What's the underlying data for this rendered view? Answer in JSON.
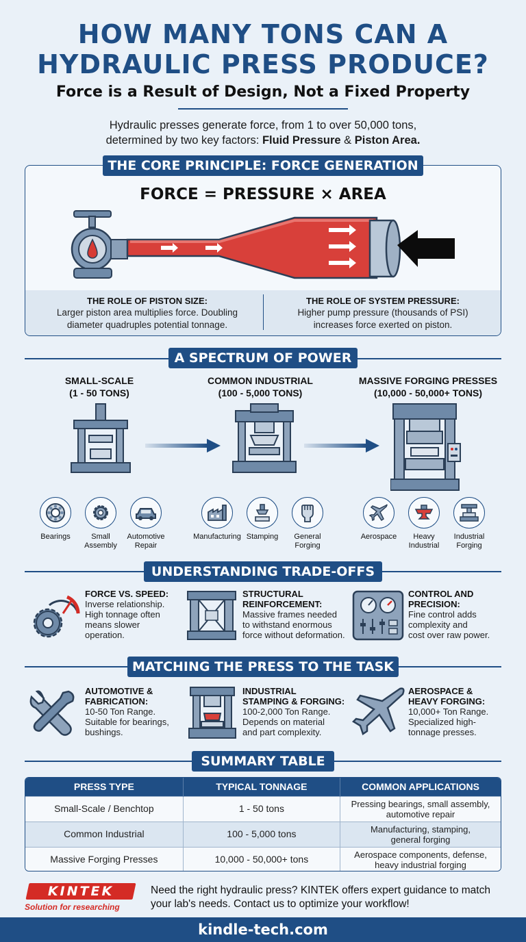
{
  "header": {
    "title_line1": "HOW MANY TONS CAN A",
    "title_line2": "HYDRAULIC PRESS PRODUCE?",
    "subtitle": "Force is a Result of Design, Not a Fixed Property",
    "intro_line1": "Hydraulic presses generate force, from 1 to over 50,000 tons,",
    "intro_line2_prefix": "determined by two key factors: ",
    "intro_bold1": "Fluid Pressure",
    "intro_amp": " & ",
    "intro_bold2": "Piston Area."
  },
  "core": {
    "banner": "THE CORE PRINCIPLE: FORCE GENERATION",
    "formula": "FORCE = PRESSURE × AREA",
    "left_heading": "THE ROLE OF PISTON SIZE:",
    "left_text_1": "Larger piston area multiplies force. Doubling",
    "left_text_2": "diameter quadruples potential tonnage.",
    "right_heading": "THE ROLE OF SYSTEM PRESSURE:",
    "right_text_1": "Higher pump pressure (thousands of PSI)",
    "right_text_2": "increases force exerted on piston."
  },
  "spectrum": {
    "banner": "A SPECTRUM OF POWER",
    "tiers": [
      {
        "name": "SMALL-SCALE",
        "range": "(1 - 50 TONS)",
        "apps": [
          {
            "label1": "Bearings",
            "label2": "",
            "icon": "bearing-icon"
          },
          {
            "label1": "Small",
            "label2": "Assembly",
            "icon": "gear-icon"
          },
          {
            "label1": "Automotive",
            "label2": "Repair",
            "icon": "car-icon"
          }
        ]
      },
      {
        "name": "COMMON INDUSTRIAL",
        "range": "(100 - 5,000 TONS)",
        "apps": [
          {
            "label1": "Manufacturing",
            "label2": "",
            "icon": "factory-icon"
          },
          {
            "label1": "Stamping",
            "label2": "",
            "icon": "stamp-icon"
          },
          {
            "label1": "General",
            "label2": "Forging",
            "icon": "fist-icon"
          }
        ]
      },
      {
        "name": "MASSIVE FORGING PRESSES",
        "range": "(10,000 - 50,000+ TONS)",
        "apps": [
          {
            "label1": "Aerospace",
            "label2": "",
            "icon": "airplane-icon"
          },
          {
            "label1": "Heavy",
            "label2": "Industrial",
            "icon": "anvil-icon"
          },
          {
            "label1": "Industrial",
            "label2": "Forging",
            "icon": "forge-icon"
          }
        ]
      }
    ]
  },
  "tradeoffs": {
    "banner": "UNDERSTANDING TRADE-OFFS",
    "items": [
      {
        "heading1": "FORCE VS. SPEED:",
        "heading2": "",
        "lines": [
          "Inverse relationship.",
          "High tonnage often",
          "means slower",
          "operation."
        ]
      },
      {
        "heading1": "STRUCTURAL",
        "heading2": "REINFORCEMENT:",
        "lines": [
          "Massive frames needed",
          "to withstand enormous",
          "force without deformation."
        ]
      },
      {
        "heading1": "CONTROL AND",
        "heading2": "PRECISION:",
        "lines": [
          "Fine control adds",
          "complexity and",
          "cost over raw power."
        ]
      }
    ]
  },
  "matching": {
    "banner": "MATCHING THE PRESS TO THE TASK",
    "items": [
      {
        "heading1": "AUTOMOTIVE &",
        "heading2": "FABRICATION:",
        "lines": [
          "10-50 Ton Range.",
          "Suitable for bearings,",
          "bushings."
        ]
      },
      {
        "heading1": "INDUSTRIAL",
        "heading2": "STAMPING & FORGING:",
        "lines": [
          "100-2,000 Ton Range.",
          "Depends on material",
          "and part complexity."
        ]
      },
      {
        "heading1": "AEROSPACE &",
        "heading2": "HEAVY FORGING:",
        "lines": [
          "10,000+ Ton Range.",
          "Specialized high-",
          "tonnage presses."
        ]
      }
    ]
  },
  "summary": {
    "banner": "SUMMARY TABLE",
    "headers": [
      "PRESS TYPE",
      "TYPICAL TONNAGE",
      "COMMON APPLICATIONS"
    ],
    "rows": [
      [
        "Small-Scale / Benchtop",
        "1 - 50 tons",
        "Pressing bearings, small assembly,",
        "automotive repair"
      ],
      [
        "Common Industrial",
        "100 - 5,000 tons",
        "Manufacturing, stamping,",
        "general forging"
      ],
      [
        "Massive Forging Presses",
        "10,000 - 50,000+ tons",
        "Aerospace components, defense,",
        "heavy industrial forging"
      ]
    ]
  },
  "footer": {
    "logo": "KINTEK",
    "tagline": "Solution for researching",
    "message_line1": "Need the right hydraulic press? KINTEK offers expert guidance to match",
    "message_line2": "your lab's needs. Contact us to optimize your workflow!",
    "url": "kindle-tech.com"
  },
  "colors": {
    "navy": "#1f4e85",
    "red": "#d42b25",
    "background": "#eaf1f8"
  }
}
